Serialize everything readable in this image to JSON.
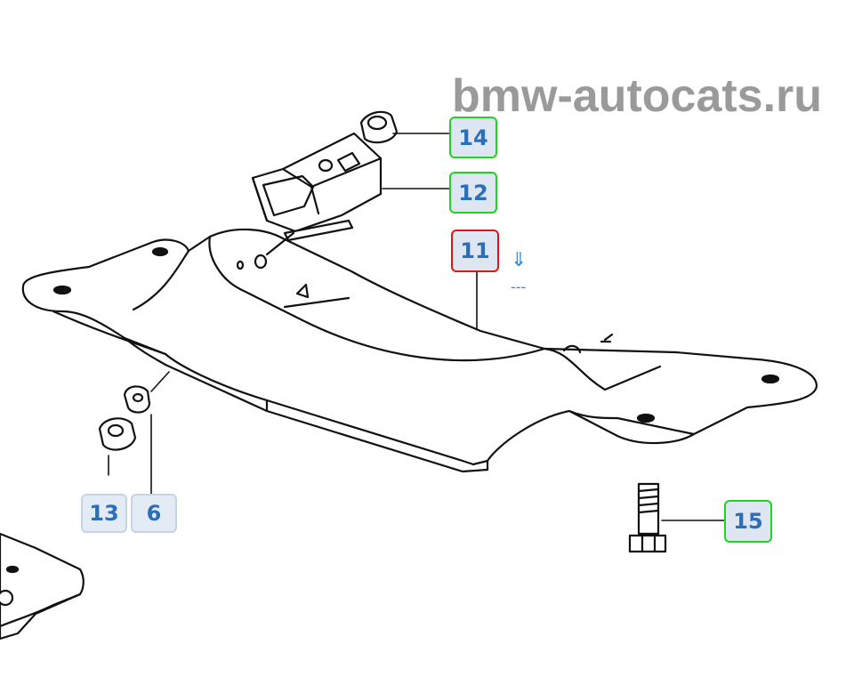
{
  "watermark": "bmw-autocats.ru",
  "callouts": {
    "c14": "14",
    "c12": "12",
    "c11": "11",
    "c13": "13",
    "c6": "6",
    "c15": "15"
  },
  "marks": {
    "down_arrow": "⇓",
    "dashes": "---"
  },
  "colors": {
    "selected_border": "#e01616",
    "callout_border": "#22d222",
    "callout_text": "#2c6fb8",
    "watermark": "#9a9a9a"
  }
}
